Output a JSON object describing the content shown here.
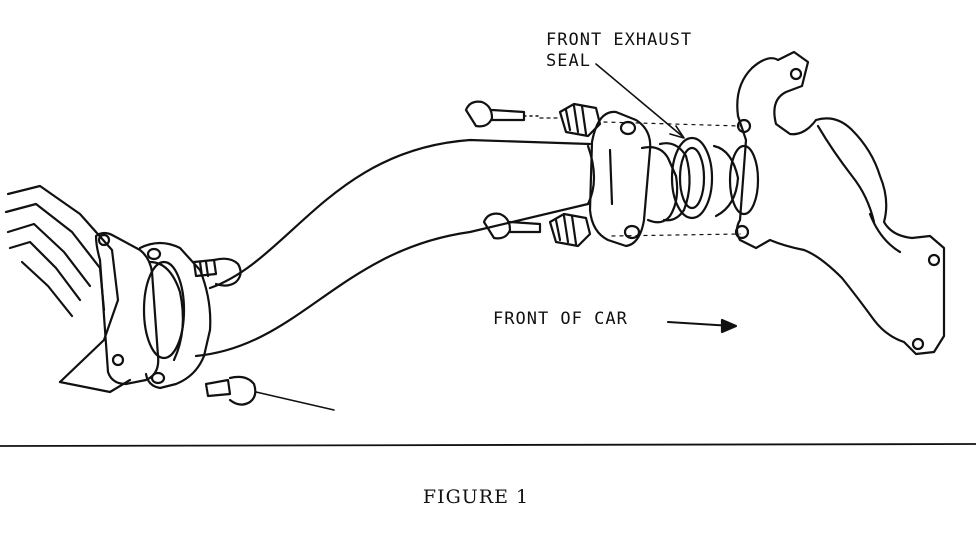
{
  "labels": {
    "seal_line1": "FRONT EXHAUST",
    "seal_line2": "SEAL",
    "front_of_car": "FRONT OF CAR"
  },
  "caption": "FIGURE 1",
  "colors": {
    "ink": "#111111",
    "paper": "#ffffff"
  }
}
